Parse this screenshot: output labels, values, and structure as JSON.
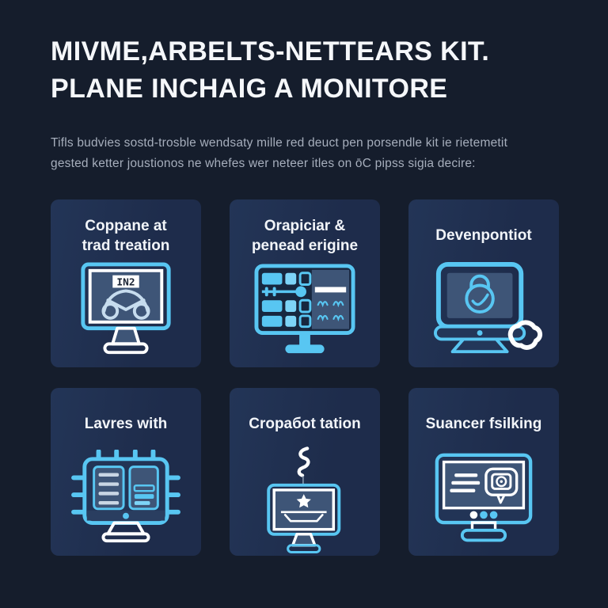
{
  "page": {
    "title_line1": "MIVME,ARBELTS-NETTEARS KIT.",
    "title_line2": "PLANE INCHAIG A MONITORE",
    "subtitle": "Tifls budvies sostd-trosble wendsaty mille red deuct pen porsendle kit ie rietemetit\ngested ketter joustionos ne whefes wer neteer itles on ōC pipss sigia decire:"
  },
  "colors": {
    "background": "#151d2c",
    "card": "#1f2e4c",
    "accent_cyan": "#58c6f2",
    "light_cyan": "#7dd4f7",
    "screen_slate": "#3e5577",
    "white": "#ffffff",
    "subtitle_gray": "#a6aebc"
  },
  "cards": [
    {
      "title": "Coppane at\ntrad treation",
      "icon": "car-monitor-icon",
      "icon_label": "IN2"
    },
    {
      "title": "Orapiciar &\npenead erigine",
      "icon": "dashboard-monitor-icon"
    },
    {
      "title": "Devenpontiot",
      "icon": "lock-monitor-cloud-icon"
    },
    {
      "title": "Lavres with",
      "icon": "chip-monitor-icon"
    },
    {
      "title": "Cropaбot tation",
      "icon": "smoke-monitor-icon"
    },
    {
      "title": "Suancer fsilking",
      "icon": "chat-monitor-icon"
    }
  ]
}
